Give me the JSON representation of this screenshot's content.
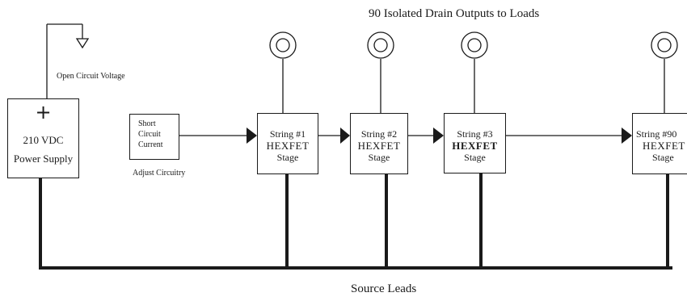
{
  "title": "90 Isolated Drain Outputs to Loads",
  "open_circuit_label": "Open Circuit Voltage",
  "power_supply": {
    "plus": "+",
    "line1": "210  VDC",
    "line2": "Power Supply"
  },
  "short_circuit": {
    "line1": "Short",
    "line2": "Circuit",
    "line3": "Current",
    "caption": "Adjust Circuitry"
  },
  "stages": [
    {
      "name": "String #1",
      "type": "HEXFET",
      "label": "Stage"
    },
    {
      "name": "String #2",
      "type": "HEXFET",
      "label": "Stage"
    },
    {
      "name": "String #3",
      "type": "HEXFET",
      "label": "Stage"
    },
    {
      "name": "String #90",
      "type": "HEXFET",
      "label": "Stage"
    }
  ],
  "source_leads": "Source  Leads"
}
